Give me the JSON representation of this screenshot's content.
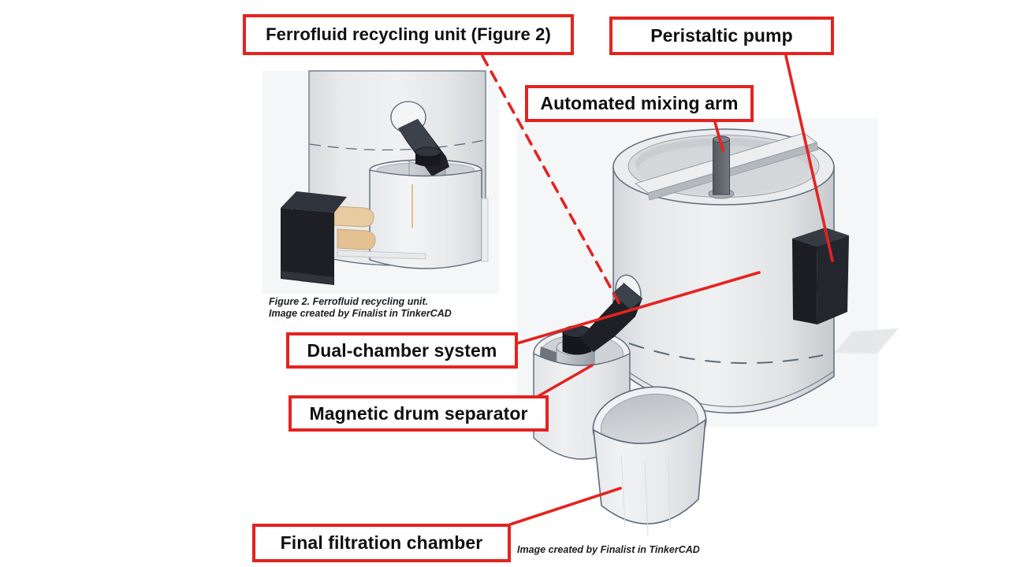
{
  "labels": {
    "recycling_unit": "Ferrofluid recycling unit (Figure 2)",
    "peristaltic_pump": "Peristaltic pump",
    "mixing_arm": "Automated mixing arm",
    "dual_chamber": "Dual-chamber system",
    "drum_separator": "Magnetic drum separator",
    "filtration_chamber": "Final filtration chamber"
  },
  "captions": {
    "figure_caption_line1": "Figure 2. Ferrofluid recycling unit.",
    "figure_caption_line2": "Image created by Finalist in TinkerCAD",
    "credit": "Image created by Finalist in TinkerCAD"
  },
  "colors": {
    "callout_red": "#e42320",
    "model_outline": "#5d6b7c",
    "plastic_light": "#eff0f1",
    "plastic_shadow": "#c9ccd0",
    "dark_part": "#1d1f24",
    "roller_beige": "#e6c79c",
    "gauge_orange": "#dfa049",
    "scene_background": "#f5f6f7"
  }
}
